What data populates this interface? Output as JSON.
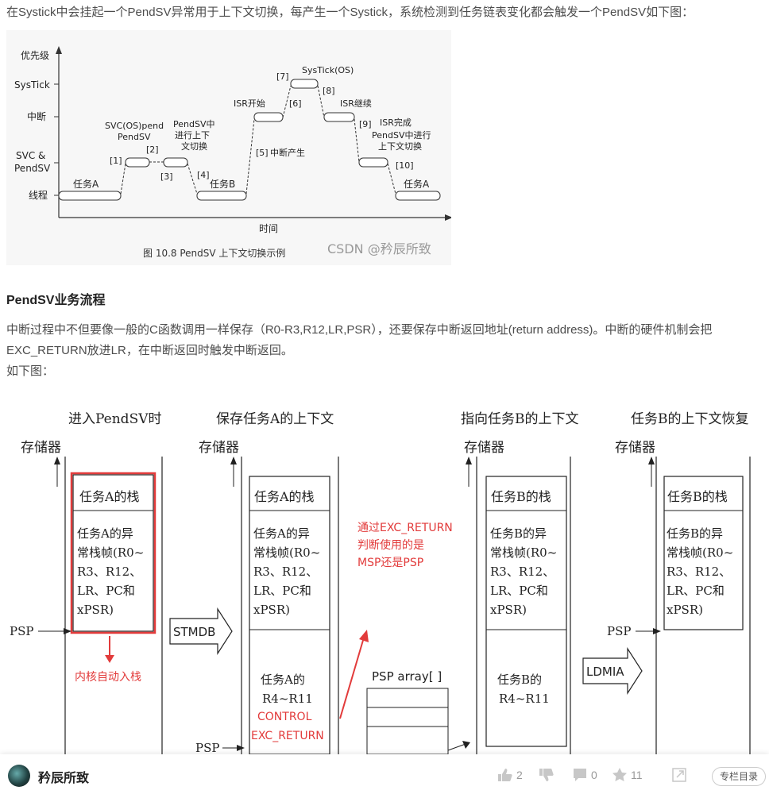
{
  "article": {
    "intro": "在Systick中会挂起一个PendSV异常用于上下文切换，每产生一个Systick，系统检测到任务链表变化都会触发一个PendSV如下图：",
    "section_title": "PendSV业务流程",
    "para1_line1": "中断过程中不但要像一般的C函数调用一样保存（R0-R3,R12,LR,PSR），还要保存中断返回地址(return address)。中断的硬件机制会把",
    "para1_line2": "EXC_RETURN放进LR，在中断返回时触发中断返回。",
    "para1_line3": "如下图："
  },
  "figure1": {
    "y_axis_title": "优先级",
    "y_levels": [
      "SysTick",
      "中断",
      "SVC &",
      "PendSV",
      "线程"
    ],
    "x_axis_title": "时间",
    "labels": {
      "taskA1": "任务A",
      "svc": "SVC(OS)pend",
      "svc2": "PendSV",
      "pendsv1": "PendSV中",
      "pendsv2": "进行上下",
      "pendsv3": "文切换",
      "taskB": "任务B",
      "isr_start": "ISR开始",
      "int_gen": "中断产生",
      "systick": "SysTick(OS)",
      "isr_cont": "ISR继续",
      "isr_done": "ISR完成",
      "pendsv_b1": "PendSV中进行",
      "pendsv_b2": "上下文切换",
      "taskA2": "任务A"
    },
    "steps": [
      "[1]",
      "[2]",
      "[3]",
      "[4]",
      "[5]",
      "[6]",
      "[7]",
      "[8]",
      "[9]",
      "[10]"
    ],
    "caption": "图 10.8   PendSV 上下文切换示例",
    "watermark": "CSDN @矜辰所致"
  },
  "figure2": {
    "headers": [
      "进入PendSV时",
      "保存任务A的上下文",
      "指向任务B的上下文",
      "任务B的上下文恢复"
    ],
    "memory_label": "存储器",
    "stackA_title": "任务A的栈",
    "stackB_title": "任务B的栈",
    "frameA_lines": [
      "任务A的异",
      "常栈帧(R0~",
      "R3、R12、",
      "LR、PC和",
      "xPSR)"
    ],
    "frameB_lines": [
      "任务B的异",
      "常栈帧(R0~",
      "R3、R12、",
      "LR、PC和",
      "xPSR)"
    ],
    "psp_label": "PSP",
    "stmdb": "STMDB",
    "ldmia": "LDMIA",
    "regsA_1": "任务A的",
    "regsA_2": "R4~R11",
    "regsB_1": "任务B的",
    "regsB_2": "R4~R11",
    "control": "CONTROL",
    "exc_return": "EXC_RETURN",
    "psp_array": "PSP array[ ]",
    "note_auto_push": "内核自动入栈",
    "note_exc_1": "通过EXC_RETURN",
    "note_exc_2": "判断使用的是",
    "note_exc_3": "MSP还是PSP",
    "accent_red": "#e23b3b"
  },
  "bottombar": {
    "author": "矜辰所致",
    "likes": "2",
    "comments": "0",
    "favorites": "11",
    "catalog": "专栏目录"
  }
}
